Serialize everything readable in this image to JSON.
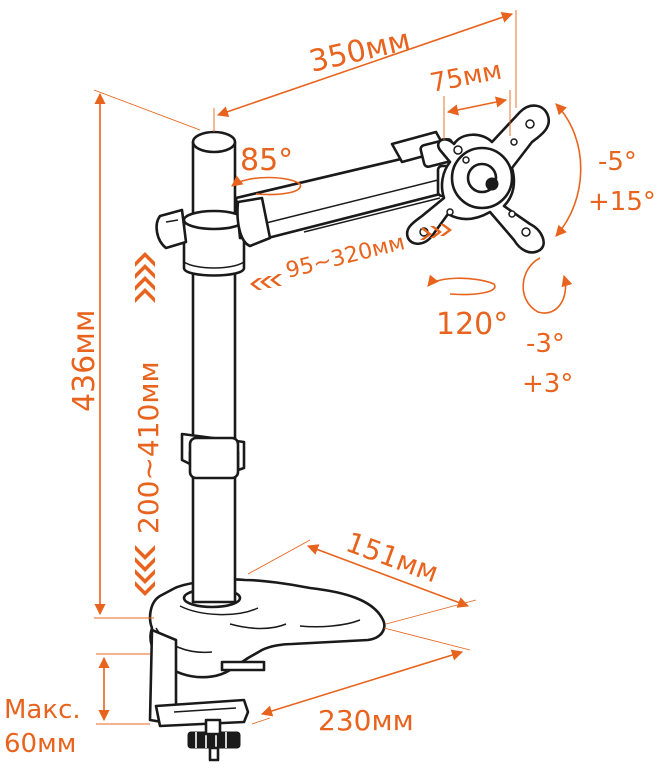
{
  "colors": {
    "accent": "#e8641e",
    "line": "#1a1a1a",
    "background": "#ffffff"
  },
  "labels": {
    "arm_length": "350мм",
    "vesa": "75мм",
    "pole_rotation": "85°",
    "tilt_minus": "-5°",
    "tilt_plus": "+15°",
    "arm_range": "95~320мм",
    "swivel": "120°",
    "rotate_minus": "-3°",
    "rotate_plus": "+3°",
    "total_height": "436мм",
    "height_range": "200~410мм",
    "base_depth": "151мм",
    "base_width": "230мм",
    "clamp_line1": "Макс.",
    "clamp_line2": "60мм"
  }
}
